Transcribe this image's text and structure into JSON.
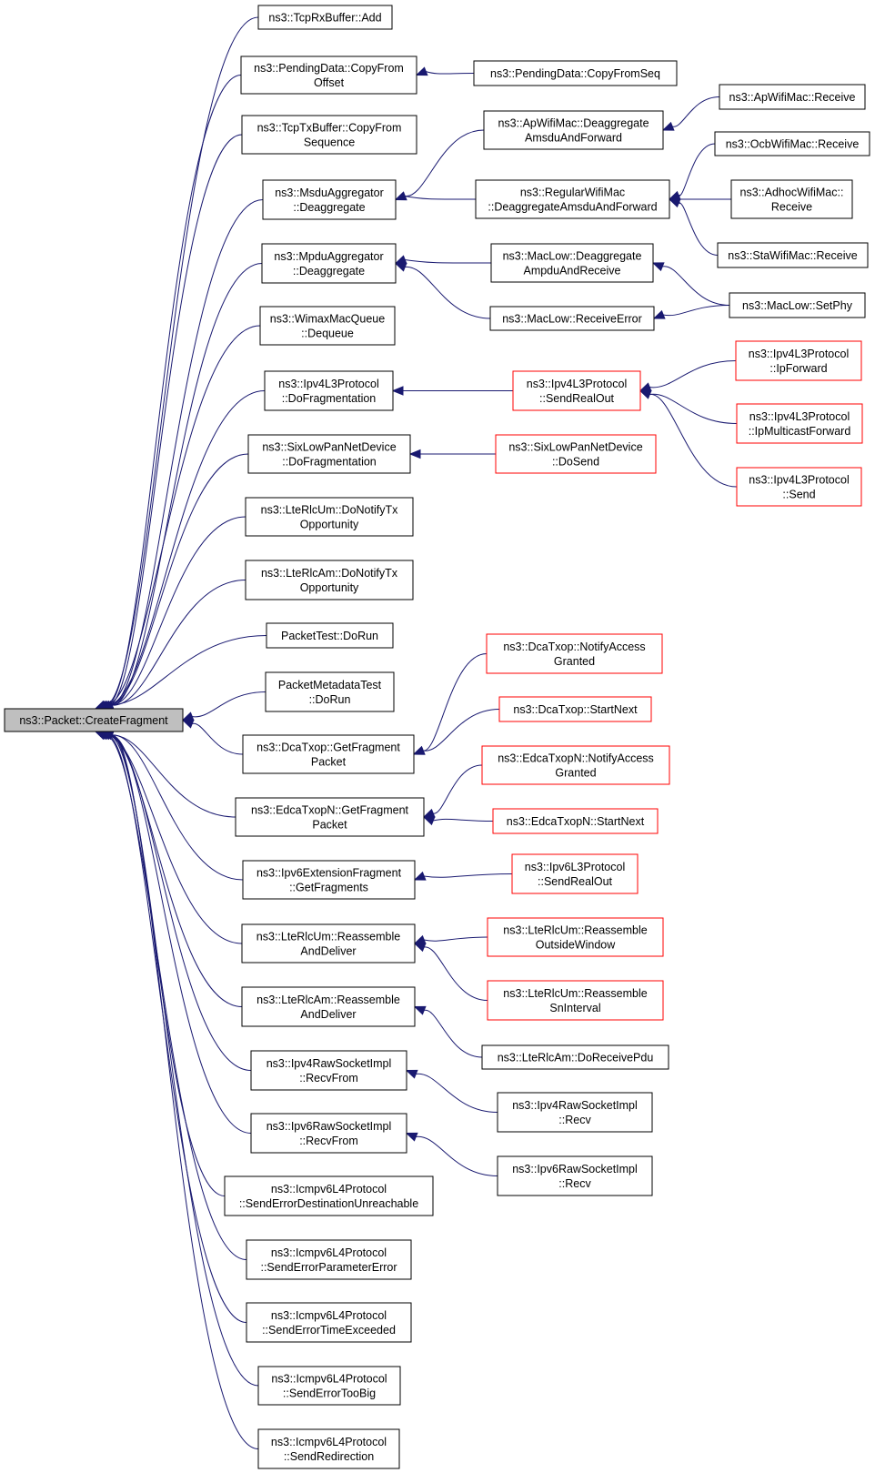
{
  "colors": {
    "edge": "#191970",
    "root_fill": "#bfbfbf",
    "red_border": "#ff0000",
    "black_border": "#000000"
  },
  "nodes": [
    {
      "id": "root",
      "lines": [
        "ns3::Packet::CreateFragment"
      ],
      "style": "root"
    },
    {
      "id": "tcprxadd",
      "lines": [
        "ns3::TcpRxBuffer::Add"
      ],
      "style": "black"
    },
    {
      "id": "pdcopyoffset",
      "lines": [
        "ns3::PendingData::CopyFrom",
        "Offset"
      ],
      "style": "black"
    },
    {
      "id": "pdcopyseq",
      "lines": [
        "ns3::PendingData::CopyFromSeq"
      ],
      "style": "black"
    },
    {
      "id": "tcptxcopy",
      "lines": [
        "ns3::TcpTxBuffer::CopyFrom",
        "Sequence"
      ],
      "style": "black"
    },
    {
      "id": "msduagg",
      "lines": [
        "ns3::MsduAggregator",
        "::Deaggregate"
      ],
      "style": "black"
    },
    {
      "id": "apdeagg",
      "lines": [
        "ns3::ApWifiMac::Deaggregate",
        "AmsduAndForward"
      ],
      "style": "black"
    },
    {
      "id": "aprecv",
      "lines": [
        "ns3::ApWifiMac::Receive"
      ],
      "style": "black"
    },
    {
      "id": "regdeagg",
      "lines": [
        "ns3::RegularWifiMac",
        "::DeaggregateAmsduAndForward"
      ],
      "style": "black"
    },
    {
      "id": "ocbrecv",
      "lines": [
        "ns3::OcbWifiMac::Receive"
      ],
      "style": "black"
    },
    {
      "id": "adhocrecv",
      "lines": [
        "ns3::AdhocWifiMac::",
        "Receive"
      ],
      "style": "black"
    },
    {
      "id": "starecv",
      "lines": [
        "ns3::StaWifiMac::Receive"
      ],
      "style": "black"
    },
    {
      "id": "mpduagg",
      "lines": [
        "ns3::MpduAggregator",
        "::Deaggregate"
      ],
      "style": "black"
    },
    {
      "id": "maclowdeagg",
      "lines": [
        "ns3::MacLow::Deaggregate",
        "AmpduAndReceive"
      ],
      "style": "black"
    },
    {
      "id": "maclowrecverr",
      "lines": [
        "ns3::MacLow::ReceiveError"
      ],
      "style": "black"
    },
    {
      "id": "maclowsetphy",
      "lines": [
        "ns3::MacLow::SetPhy"
      ],
      "style": "black"
    },
    {
      "id": "wimaxdeq",
      "lines": [
        "ns3::WimaxMacQueue",
        "::Dequeue"
      ],
      "style": "black"
    },
    {
      "id": "ipv4dofrag",
      "lines": [
        "ns3::Ipv4L3Protocol",
        "::DoFragmentation"
      ],
      "style": "black"
    },
    {
      "id": "ipv4sendrealout",
      "lines": [
        "ns3::Ipv4L3Protocol",
        "::SendRealOut"
      ],
      "style": "red"
    },
    {
      "id": "ipv4ipfwd",
      "lines": [
        "ns3::Ipv4L3Protocol",
        "::IpForward"
      ],
      "style": "red"
    },
    {
      "id": "ipv4mcast",
      "lines": [
        "ns3::Ipv4L3Protocol",
        "::IpMulticastForward"
      ],
      "style": "red"
    },
    {
      "id": "ipv4send",
      "lines": [
        "ns3::Ipv4L3Protocol",
        "::Send"
      ],
      "style": "red"
    },
    {
      "id": "sixdofrag",
      "lines": [
        "ns3::SixLowPanNetDevice",
        "::DoFragmentation"
      ],
      "style": "black"
    },
    {
      "id": "sixdosend",
      "lines": [
        "ns3::SixLowPanNetDevice",
        "::DoSend"
      ],
      "style": "red"
    },
    {
      "id": "rlcumnotify",
      "lines": [
        "ns3::LteRlcUm::DoNotifyTx",
        "Opportunity"
      ],
      "style": "black"
    },
    {
      "id": "rlcamnotify",
      "lines": [
        "ns3::LteRlcAm::DoNotifyTx",
        "Opportunity"
      ],
      "style": "black"
    },
    {
      "id": "packettest",
      "lines": [
        "PacketTest::DoRun"
      ],
      "style": "black"
    },
    {
      "id": "pmdtest",
      "lines": [
        "PacketMetadataTest",
        "::DoRun"
      ],
      "style": "black"
    },
    {
      "id": "dcagetfrag",
      "lines": [
        "ns3::DcaTxop::GetFragment",
        "Packet"
      ],
      "style": "black"
    },
    {
      "id": "dcanotify",
      "lines": [
        "ns3::DcaTxop::NotifyAccess",
        "Granted"
      ],
      "style": "red"
    },
    {
      "id": "dcastartnext",
      "lines": [
        "ns3::DcaTxop::StartNext"
      ],
      "style": "red"
    },
    {
      "id": "edcagetfrag",
      "lines": [
        "ns3::EdcaTxopN::GetFragment",
        "Packet"
      ],
      "style": "black"
    },
    {
      "id": "edcanotify",
      "lines": [
        "ns3::EdcaTxopN::NotifyAccess",
        "Granted"
      ],
      "style": "red"
    },
    {
      "id": "edcastartnext",
      "lines": [
        "ns3::EdcaTxopN::StartNext"
      ],
      "style": "red"
    },
    {
      "id": "ipv6extfrag",
      "lines": [
        "ns3::Ipv6ExtensionFragment",
        "::GetFragments"
      ],
      "style": "black"
    },
    {
      "id": "ipv6sendrealout",
      "lines": [
        "ns3::Ipv6L3Protocol",
        "::SendRealOut"
      ],
      "style": "red"
    },
    {
      "id": "rlcumreasm",
      "lines": [
        "ns3::LteRlcUm::Reassemble",
        "AndDeliver"
      ],
      "style": "black"
    },
    {
      "id": "rlcumoutside",
      "lines": [
        "ns3::LteRlcUm::Reassemble",
        "OutsideWindow"
      ],
      "style": "red"
    },
    {
      "id": "rlcumsn",
      "lines": [
        "ns3::LteRlcUm::Reassemble",
        "SnInterval"
      ],
      "style": "red"
    },
    {
      "id": "rlcamreasm",
      "lines": [
        "ns3::LteRlcAm::Reassemble",
        "AndDeliver"
      ],
      "style": "black"
    },
    {
      "id": "rlcamrecvpdu",
      "lines": [
        "ns3::LteRlcAm::DoReceivePdu"
      ],
      "style": "black"
    },
    {
      "id": "ipv4rawrecvfrom",
      "lines": [
        "ns3::Ipv4RawSocketImpl",
        "::RecvFrom"
      ],
      "style": "black"
    },
    {
      "id": "ipv4rawrecv",
      "lines": [
        "ns3::Ipv4RawSocketImpl",
        "::Recv"
      ],
      "style": "black"
    },
    {
      "id": "ipv6rawrecvfrom",
      "lines": [
        "ns3::Ipv6RawSocketImpl",
        "::RecvFrom"
      ],
      "style": "black"
    },
    {
      "id": "ipv6rawrecv",
      "lines": [
        "ns3::Ipv6RawSocketImpl",
        "::Recv"
      ],
      "style": "black"
    },
    {
      "id": "icmpdest",
      "lines": [
        "ns3::Icmpv6L4Protocol",
        "::SendErrorDestinationUnreachable"
      ],
      "style": "black"
    },
    {
      "id": "icmpparam",
      "lines": [
        "ns3::Icmpv6L4Protocol",
        "::SendErrorParameterError"
      ],
      "style": "black"
    },
    {
      "id": "icmptime",
      "lines": [
        "ns3::Icmpv6L4Protocol",
        "::SendErrorTimeExceeded"
      ],
      "style": "black"
    },
    {
      "id": "icmpbig",
      "lines": [
        "ns3::Icmpv6L4Protocol",
        "::SendErrorTooBig"
      ],
      "style": "black"
    },
    {
      "id": "icmpredir",
      "lines": [
        "ns3::Icmpv6L4Protocol",
        "::SendRedirection"
      ],
      "style": "black"
    }
  ],
  "edges": [
    [
      "tcprxadd",
      "root"
    ],
    [
      "pdcopyoffset",
      "root"
    ],
    [
      "tcptxcopy",
      "root"
    ],
    [
      "msduagg",
      "root"
    ],
    [
      "mpduagg",
      "root"
    ],
    [
      "wimaxdeq",
      "root"
    ],
    [
      "ipv4dofrag",
      "root"
    ],
    [
      "sixdofrag",
      "root"
    ],
    [
      "rlcumnotify",
      "root"
    ],
    [
      "rlcamnotify",
      "root"
    ],
    [
      "packettest",
      "root"
    ],
    [
      "pmdtest",
      "root"
    ],
    [
      "dcagetfrag",
      "root"
    ],
    [
      "edcagetfrag",
      "root"
    ],
    [
      "ipv6extfrag",
      "root"
    ],
    [
      "rlcumreasm",
      "root"
    ],
    [
      "rlcamreasm",
      "root"
    ],
    [
      "ipv4rawrecvfrom",
      "root"
    ],
    [
      "ipv6rawrecvfrom",
      "root"
    ],
    [
      "icmpdest",
      "root"
    ],
    [
      "icmpparam",
      "root"
    ],
    [
      "icmptime",
      "root"
    ],
    [
      "icmpbig",
      "root"
    ],
    [
      "icmpredir",
      "root"
    ],
    [
      "pdcopyseq",
      "pdcopyoffset"
    ],
    [
      "apdeagg",
      "msduagg"
    ],
    [
      "regdeagg",
      "msduagg"
    ],
    [
      "aprecv",
      "apdeagg"
    ],
    [
      "ocbrecv",
      "regdeagg"
    ],
    [
      "adhocrecv",
      "regdeagg"
    ],
    [
      "starecv",
      "regdeagg"
    ],
    [
      "maclowdeagg",
      "mpduagg"
    ],
    [
      "maclowrecverr",
      "mpduagg"
    ],
    [
      "maclowsetphy",
      "maclowdeagg"
    ],
    [
      "maclowsetphy",
      "maclowrecverr"
    ],
    [
      "ipv4sendrealout",
      "ipv4dofrag"
    ],
    [
      "ipv4ipfwd",
      "ipv4sendrealout"
    ],
    [
      "ipv4mcast",
      "ipv4sendrealout"
    ],
    [
      "ipv4send",
      "ipv4sendrealout"
    ],
    [
      "sixdosend",
      "sixdofrag"
    ],
    [
      "dcanotify",
      "dcagetfrag"
    ],
    [
      "dcastartnext",
      "dcagetfrag"
    ],
    [
      "edcanotify",
      "edcagetfrag"
    ],
    [
      "edcastartnext",
      "edcagetfrag"
    ],
    [
      "ipv6sendrealout",
      "ipv6extfrag"
    ],
    [
      "rlcumoutside",
      "rlcumreasm"
    ],
    [
      "rlcumsn",
      "rlcumreasm"
    ],
    [
      "rlcamrecvpdu",
      "rlcamreasm"
    ],
    [
      "ipv4rawrecv",
      "ipv4rawrecvfrom"
    ],
    [
      "ipv6rawrecv",
      "ipv6rawrecvfrom"
    ]
  ]
}
